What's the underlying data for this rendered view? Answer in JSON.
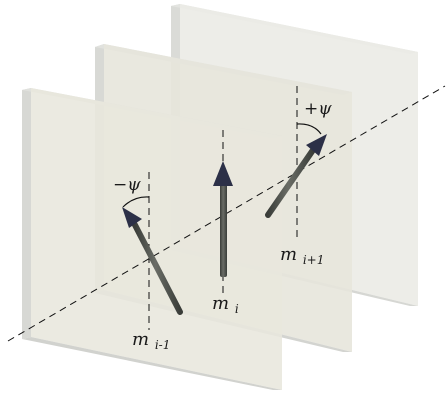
{
  "diagram": {
    "labels": {
      "moment_prev": "m",
      "moment_prev_sub": "i-1",
      "moment_center": "m",
      "moment_center_sub": "i",
      "moment_next": "m",
      "moment_next_sub": "i+1",
      "angle_minus": "−ψ",
      "angle_plus": "+ψ"
    },
    "colors": {
      "plane_face": "#e9e8e1",
      "plane_edge": "#cfd0cc",
      "plane_side": "#d8d9d5",
      "arrow_fill": "#474a45",
      "arrow_head": "#2c3047",
      "dash_line": "#111111"
    }
  }
}
